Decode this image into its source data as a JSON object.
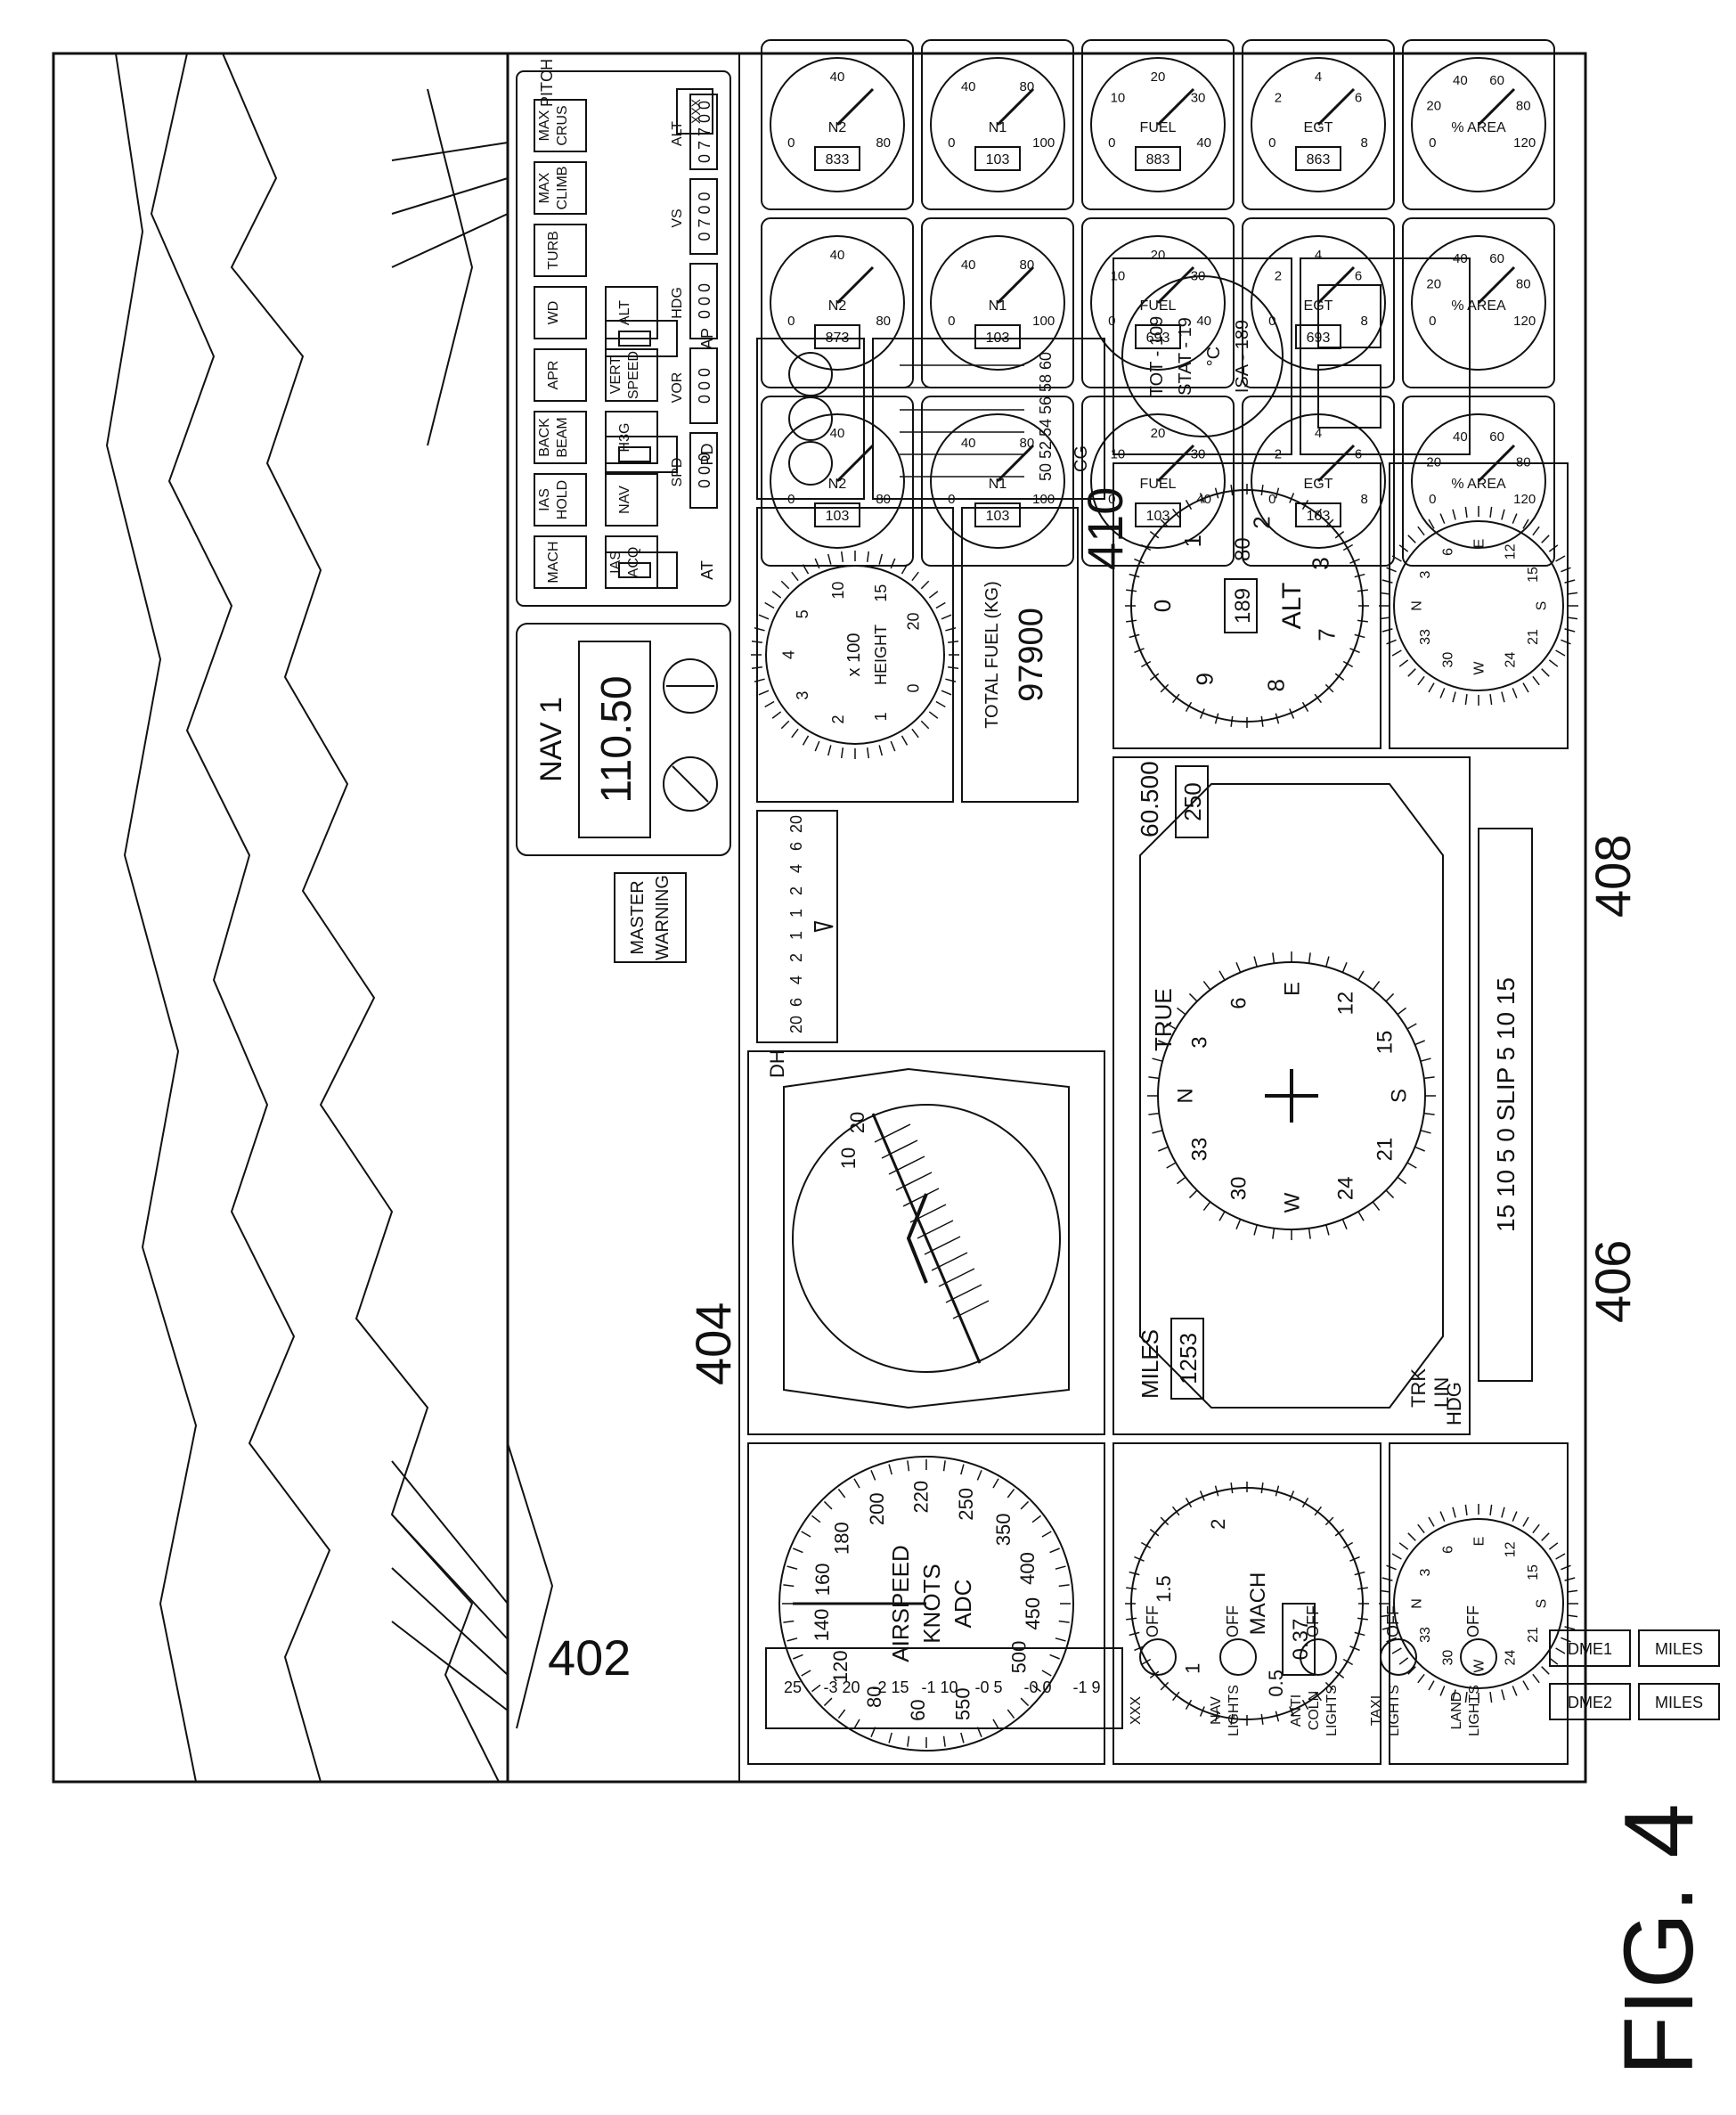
{
  "figure_label": "FIG. 4",
  "reference_numerals": [
    "402",
    "404",
    "406",
    "408",
    "410"
  ],
  "colors": {
    "ink": "#111111",
    "paper": "#ffffff"
  },
  "autopilot": {
    "buttons": [
      {
        "id": "mach",
        "lines": [
          "MACH"
        ]
      },
      {
        "id": "ias-hold",
        "lines": [
          "IAS",
          "HOLD"
        ]
      },
      {
        "id": "back-beam",
        "lines": [
          "BACK",
          "BEAM"
        ]
      },
      {
        "id": "apr",
        "lines": [
          "APR"
        ]
      },
      {
        "id": "wd",
        "lines": [
          "WD"
        ]
      },
      {
        "id": "turb",
        "lines": [
          "TURB"
        ]
      },
      {
        "id": "max-climb",
        "lines": [
          "MAX",
          "CLIMB"
        ]
      },
      {
        "id": "max-crus",
        "lines": [
          "MAX",
          "CRUS"
        ]
      },
      {
        "id": "ias-acq",
        "lines": [
          "IAS",
          "ACQ"
        ]
      },
      {
        "id": "nav",
        "lines": [
          "NAV"
        ]
      },
      {
        "id": "h3g",
        "lines": [
          "H3G"
        ]
      },
      {
        "id": "vert-speed",
        "lines": [
          "VERT",
          "SPEED"
        ]
      },
      {
        "id": "alt",
        "lines": [
          "ALT"
        ]
      }
    ],
    "switches": [
      {
        "id": "at",
        "label": "AT"
      },
      {
        "id": "pd",
        "label": "PD"
      },
      {
        "id": "ap",
        "label": "AP"
      }
    ],
    "readouts": [
      {
        "id": "spd",
        "label": "SPD",
        "value": "0 0 0"
      },
      {
        "id": "vor",
        "label": "VOR",
        "value": "0 0 0"
      },
      {
        "id": "hdg",
        "label": "HDG",
        "value": "0 0 0"
      },
      {
        "id": "vs",
        "label": "VS",
        "value": "0 7 0 0"
      },
      {
        "id": "alt",
        "label": "ALT",
        "value": "0 7 7 0 0"
      }
    ],
    "pitch_label": "PITCH",
    "corner_label": "XXX"
  },
  "nav_radio": {
    "label": "NAV 1",
    "frequency": "110.50"
  },
  "master_warning": [
    "MASTER",
    "WARNING"
  ],
  "airspeed": {
    "ticks": [
      "550",
      "60",
      "80",
      "120",
      "140",
      "160",
      "180",
      "200",
      "220",
      "250",
      "350",
      "400",
      "450",
      "500"
    ],
    "labels": [
      "AIRSPEED",
      "KNOTS",
      "ADC"
    ]
  },
  "attitude": {
    "dh_label": "DH",
    "pitch_marks": [
      "10",
      "20"
    ]
  },
  "mach": {
    "ticks": [
      "0.5",
      "1",
      "1.5",
      "2"
    ],
    "label": "MACH",
    "readout": "0.37"
  },
  "compass": {
    "ticks": [
      "N",
      "3",
      "6",
      "E",
      "12",
      "15",
      "S",
      "21",
      "24",
      "W",
      "30",
      "33"
    ]
  },
  "hsi": {
    "range": "60.500",
    "course": "250",
    "miles_label": "MILES",
    "miles_value": "1253",
    "true_label": "TRUE",
    "trk_lin": [
      "TRK",
      "LIN"
    ],
    "hdg_label": "HDG",
    "slider_label": "15 10 5  0 SLIP 5 10 15"
  },
  "altimeter": {
    "ticks": [
      "0",
      "1",
      "2",
      "3",
      "7",
      "8",
      "9"
    ],
    "label": "ALT",
    "readout": "189",
    "readout2": "80"
  },
  "height": {
    "ticks": [
      "0",
      "1",
      "2",
      "3",
      "4",
      "5",
      "10",
      "15",
      "20"
    ],
    "label": "x 100",
    "label2": "HEIGHT"
  },
  "total_fuel": {
    "label": "TOTAL FUEL (KG)",
    "value": "97900"
  },
  "cg_scale": {
    "ticks": [
      "50",
      "52",
      "54",
      "56",
      "58",
      "60"
    ],
    "label": "CG"
  },
  "vsi_scale": {
    "ticks": [
      "20",
      "6",
      "4",
      "2",
      "1",
      "1",
      "2",
      "4",
      "6",
      "20"
    ]
  },
  "temp_panel": {
    "lines": [
      "TOT - 109",
      "STAT - 19",
      "°C",
      "ISA - 189"
    ]
  },
  "trim_scale": {
    "ticks": [
      "25",
      "-3 20",
      "-2 15",
      "-1 10",
      "-0 5",
      "-0 0",
      "-1 9"
    ]
  },
  "engines": {
    "columns": [
      "N2",
      "N1",
      "FUEL",
      "EGT",
      "% AREA"
    ],
    "rows": [
      [
        "833",
        "103",
        "883",
        "863",
        ""
      ],
      [
        "873",
        "103",
        "693",
        "693",
        ""
      ],
      [
        "103",
        "103",
        "103",
        "103",
        ""
      ]
    ],
    "n_ticks": [
      "0",
      "40",
      "80"
    ],
    "n1_ticks": [
      "0",
      "40",
      "80",
      "100"
    ],
    "fuel_ticks": [
      "0",
      "10",
      "20",
      "30",
      "40"
    ],
    "egt_ticks": [
      "0",
      "2",
      "4",
      "6",
      "8"
    ],
    "area_ticks": [
      "0",
      "20",
      "40",
      "60",
      "80",
      "120"
    ]
  },
  "lights": [
    {
      "id": "xxx",
      "label": [
        "XXX"
      ],
      "state": "OFF"
    },
    {
      "id": "nav",
      "label": [
        "NAV",
        "LIGHTS"
      ],
      "state": "OFF"
    },
    {
      "id": "anti-coln",
      "label": [
        "ANTI",
        "COLN",
        "LIGHTS"
      ],
      "state": "OFF"
    },
    {
      "id": "taxi",
      "label": [
        "TAXI",
        "LIGHTS"
      ],
      "state": "OFF"
    },
    {
      "id": "land",
      "label": [
        "LAND",
        "LIGHTS"
      ],
      "state": "OFF"
    }
  ],
  "dme": [
    {
      "id": "dme1",
      "label": "DME1",
      "units": "MILES"
    },
    {
      "id": "dme2",
      "label": "DME2",
      "units": "MILES"
    }
  ]
}
